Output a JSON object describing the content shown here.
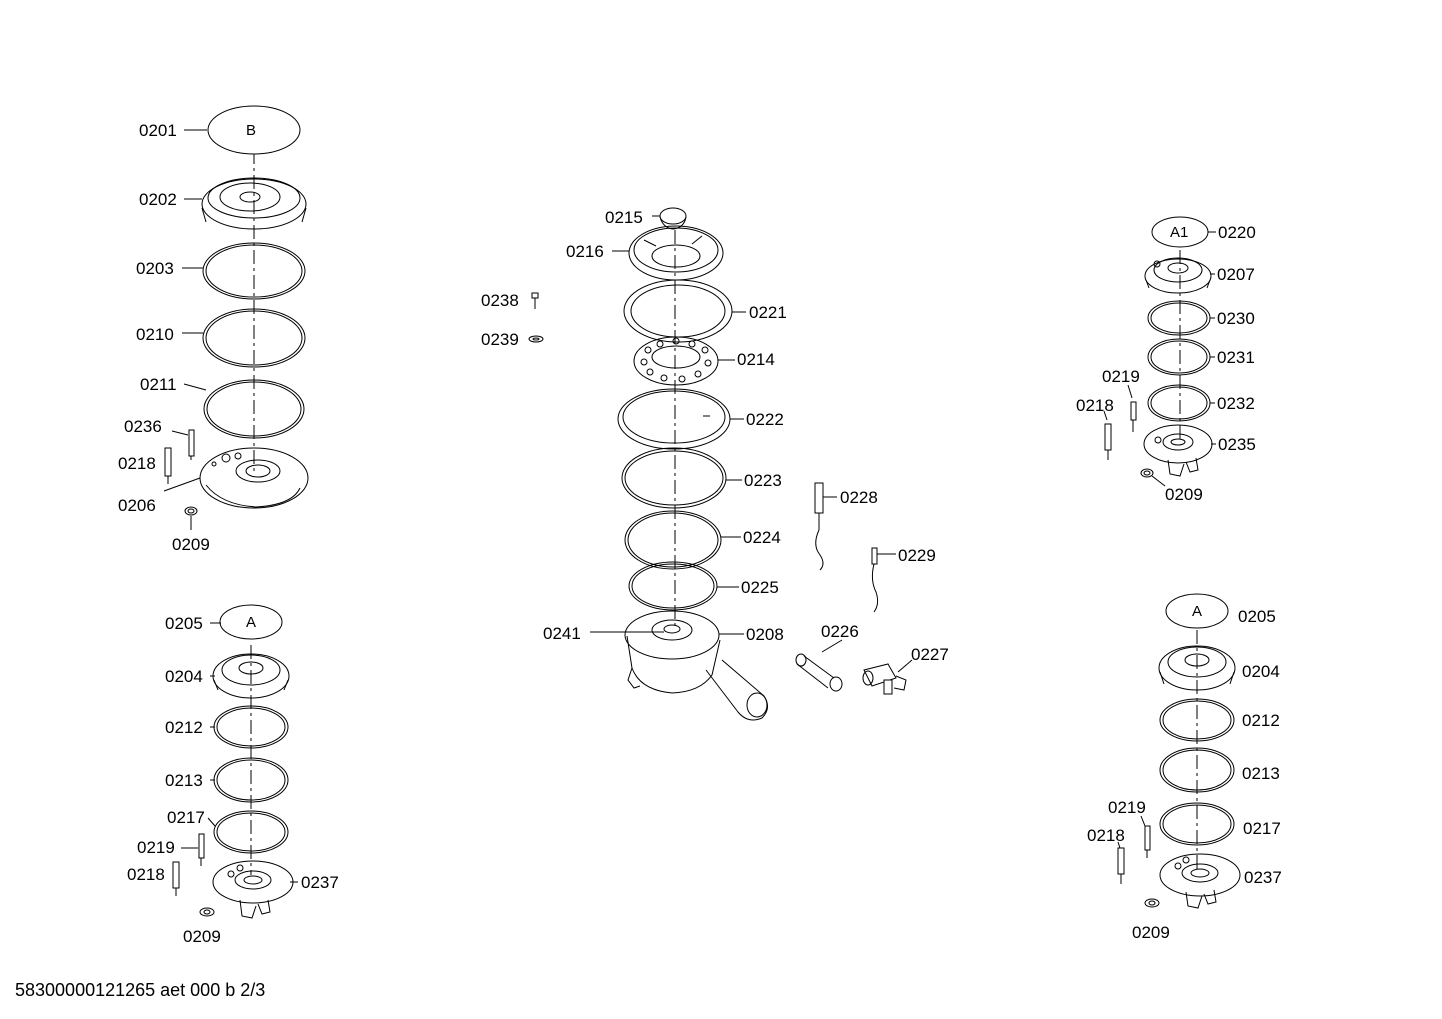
{
  "footer": {
    "code": "58300000121265 aet 000 b 2/3"
  },
  "caps": {
    "b": "B",
    "a_left": "A",
    "a1": "A1",
    "a_right": "A"
  },
  "labels": {
    "l0201": "0201",
    "l0202": "0202",
    "l0203": "0203",
    "l0210": "0210",
    "l0211": "0211",
    "l0236": "0236",
    "l0218a": "0218",
    "l0206": "0206",
    "l0209a": "0209",
    "l0205a": "0205",
    "l0204a": "0204",
    "l0212a": "0212",
    "l0213a": "0213",
    "l0217a": "0217",
    "l0219a": "0219",
    "l0218b": "0218",
    "l0237a": "0237",
    "l0209b": "0209",
    "l0215": "0215",
    "l0216": "0216",
    "l0238": "0238",
    "l0239": "0239",
    "l0221": "0221",
    "l0214": "0214",
    "l0222": "0222",
    "l0223": "0223",
    "l0224": "0224",
    "l0225": "0225",
    "l0241": "0241",
    "l0208": "0208",
    "l0228": "0228",
    "l0229": "0229",
    "l0226": "0226",
    "l0227": "0227",
    "l0220": "0220",
    "l0207": "0207",
    "l0230": "0230",
    "l0231": "0231",
    "l0219b": "0219",
    "l0218c": "0218",
    "l0232": "0232",
    "l0235": "0235",
    "l0209c": "0209",
    "l0205b": "0205",
    "l0204b": "0204",
    "l0212b": "0212",
    "l0213b": "0213",
    "l0217b": "0217",
    "l0219c": "0219",
    "l0218d": "0218",
    "l0237b": "0237",
    "l0209d": "0209"
  }
}
